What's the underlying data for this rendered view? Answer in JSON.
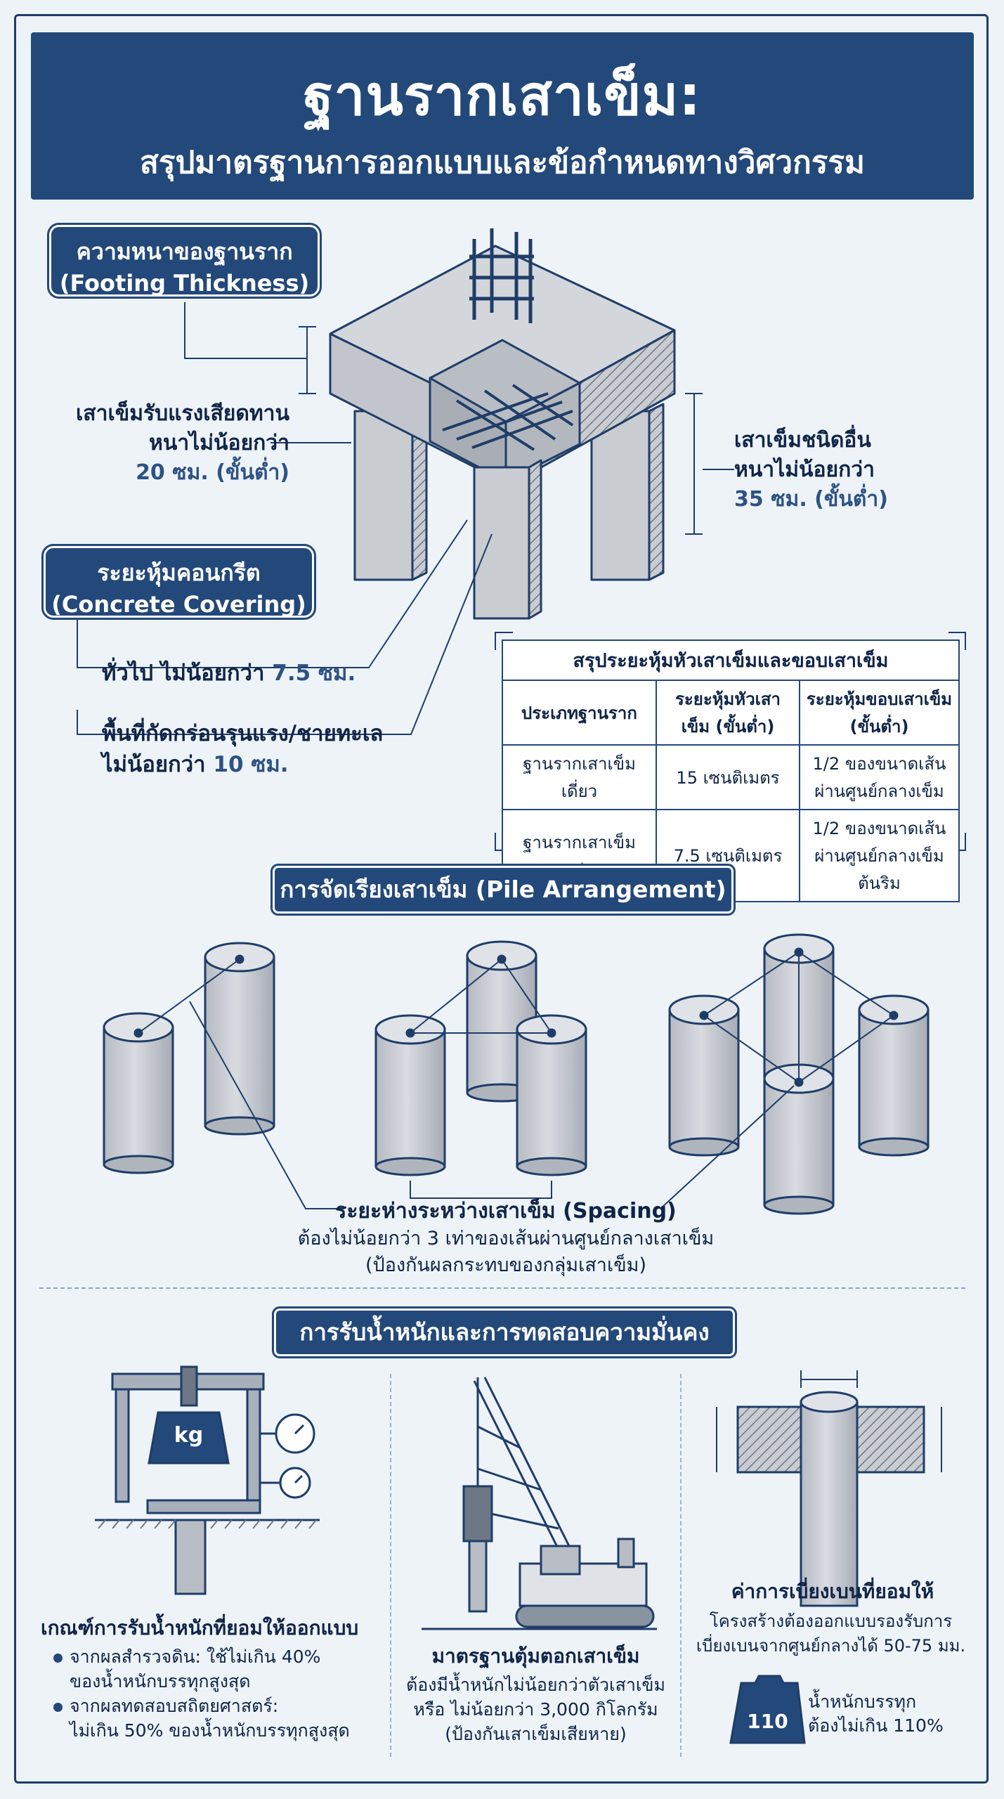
{
  "header": {
    "title": "ฐานรากเสาเข็ม:",
    "subtitle": "สรุปมาตรฐานการออกแบบและข้อกำหนดทางวิศวกรรม"
  },
  "footing": {
    "thickness_label_th": "ความหนาของฐานราก",
    "thickness_label_en": "(Footing Thickness)",
    "friction_line1": "เสาเข็มรับแรงเสียดทาน",
    "friction_line2": "หนาไม่น้อยกว่า",
    "friction_value": "20 ซม. (ขั้นต่ำ)",
    "other_line1": "เสาเข็มชนิดอื่น",
    "other_line2": "หนาไม่น้อยกว่า",
    "other_value": "35 ซม. (ขั้นต่ำ)"
  },
  "covering": {
    "label_th": "ระยะหุ้มคอนกรีต",
    "label_en": "(Concrete Covering)",
    "general": "ทั่วไป ไม่น้อยกว่า",
    "general_value": "7.5 ซม.",
    "corrosive_line1": "พื้นที่กัดกร่อนรุนแรง/ชายทะเล",
    "corrosive_line2": "ไม่น้อยกว่า",
    "corrosive_value": "10 ซม."
  },
  "summary_table": {
    "title": "สรุประยะหุ้มหัวเสาเข็มและขอบเสาเข็ม",
    "headers": [
      "ประเภทฐานราก",
      "ระยะหุ้มหัวเสาเข็ม (ขั้นต่ำ)",
      "ระยะหุ้มขอบเสาเข็ม (ขั้นต่ำ)"
    ],
    "rows": [
      [
        "ฐานรากเสาเข็มเดี่ยว",
        "15 เซนติเมตร",
        "1/2 ของขนาดเส้นผ่านศูนย์กลางเข็ม"
      ],
      [
        "ฐานรากเสาเข็มกลุ่ม",
        "7.5 เซนติเมตร",
        "1/2 ของขนาดเส้นผ่านศูนย์กลางเข็มต้นริม"
      ]
    ]
  },
  "arrangement": {
    "title": "การจัดเรียงเสาเข็ม (Pile Arrangement)",
    "spacing_title": "ระยะห่างระหว่างเสาเข็ม (Spacing)",
    "spacing_line1": "ต้องไม่น้อยกว่า 3 เท่าของเส้นผ่านศูนย์กลางเสาเข็ม",
    "spacing_line2": "(ป้องกันผลกระทบของกลุ่มเสาเข็ม)"
  },
  "loading": {
    "title": "การรับน้ำหนักและการทดสอบความมั่นคง",
    "weight_label": "kg",
    "design_title": "เกณฑ์การรับน้ำหนักที่ยอมให้ออกแบบ",
    "design_b1_line1": "จากผลสำรวจดิน: ใช้ไม่เกิน 40%",
    "design_b1_line2": "ของน้ำหนักบรรทุกสูงสุด",
    "design_b2_line1": "จากผลทดสอบสถิตยศาสตร์:",
    "design_b2_line2": "ไม่เกิน 50% ของน้ำหนักบรรทุกสูงสุด",
    "hammer_title": "มาตรฐานตุ้มตอกเสาเข็ม",
    "hammer_line1": "ต้องมีน้ำหนักไม่น้อยกว่าตัวเสาเข็ม",
    "hammer_line2": "หรือ ไม่น้อยกว่า 3,000 กิโลกรัม",
    "hammer_line3": "(ป้องกันเสาเข็มเสียหาย)",
    "deviation_title": "ค่าการเบี่ยงเบนที่ยอมให้",
    "deviation_line1": "โครงสร้างต้องออกแบบรองรับการ",
    "deviation_line2": "เบี่ยงเบนจากศูนย์กลางได้ 50-75 มม.",
    "overload_value": "110",
    "overload_line1": "น้ำหนักบรรทุก",
    "overload_line2": "ต้องไม่เกิน 110%"
  },
  "colors": {
    "navy": "#23487a",
    "background": "#eef3f8",
    "concrete": "#c9ccd1"
  }
}
